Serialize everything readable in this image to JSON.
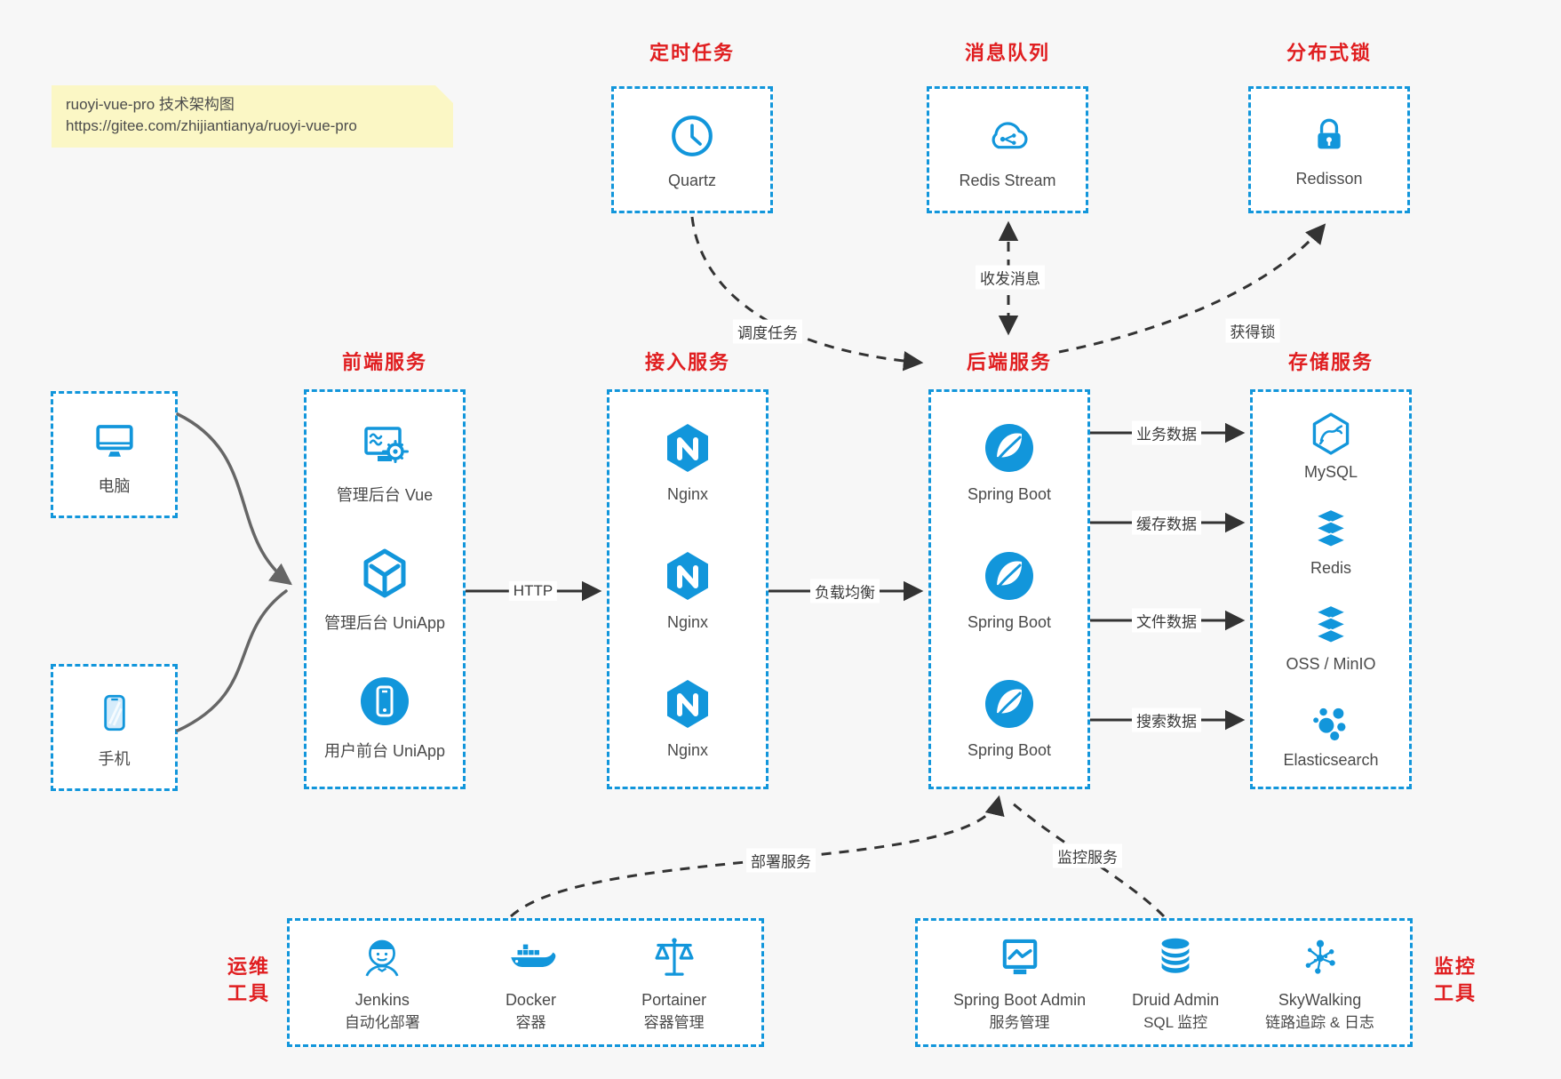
{
  "note": {
    "line1": "ruoyi-vue-pro 技术架构图",
    "line2": "https://gitee.com/zhijiantianya/ruoyi-vue-pro"
  },
  "colors": {
    "accent_blue": "#1296db",
    "title_red": "#e01e20",
    "note_bg": "#fbf7c5",
    "line_dark": "#333333",
    "line_gray": "#666666",
    "text_main": "#3f3f3f",
    "page_bg": "#f7f7f7",
    "box_bg": "#ffffff"
  },
  "top_groups": [
    {
      "title": "定时任务",
      "icon": "clock-icon",
      "label": "Quartz"
    },
    {
      "title": "消息队列",
      "icon": "cloud-mq-icon",
      "label": "Redis Stream"
    },
    {
      "title": "分布式锁",
      "icon": "lock-icon",
      "label": "Redisson"
    }
  ],
  "clients": [
    {
      "label": "电脑",
      "icon": "desktop-icon"
    },
    {
      "label": "手机",
      "icon": "phone-icon"
    }
  ],
  "columns": [
    {
      "title": "前端服务",
      "items": [
        {
          "label": "管理后台 Vue",
          "icon": "admin-vue-icon"
        },
        {
          "label": "管理后台 UniApp",
          "icon": "uniapp-cube-icon"
        },
        {
          "label": "用户前台 UniApp",
          "icon": "user-app-icon"
        }
      ]
    },
    {
      "title": "接入服务",
      "items": [
        {
          "label": "Nginx",
          "icon": "nginx-icon"
        },
        {
          "label": "Nginx",
          "icon": "nginx-icon"
        },
        {
          "label": "Nginx",
          "icon": "nginx-icon"
        }
      ]
    },
    {
      "title": "后端服务",
      "items": [
        {
          "label": "Spring Boot",
          "icon": "spring-icon"
        },
        {
          "label": "Spring Boot",
          "icon": "spring-icon"
        },
        {
          "label": "Spring Boot",
          "icon": "spring-icon"
        }
      ]
    },
    {
      "title": "存储服务",
      "items": [
        {
          "label": "MySQL",
          "icon": "mysql-icon"
        },
        {
          "label": "Redis",
          "icon": "layers-icon"
        },
        {
          "label": "OSS / MinIO",
          "icon": "layers-icon"
        },
        {
          "label": "Elasticsearch",
          "icon": "elasticsearch-icon"
        }
      ]
    }
  ],
  "edges": {
    "http": "HTTP",
    "load_balance": "负载均衡",
    "schedule": "调度任务",
    "messages": "收发消息",
    "lock": "获得锁",
    "business_data": "业务数据",
    "cache_data": "缓存数据",
    "file_data": "文件数据",
    "search_data": "搜索数据",
    "deploy": "部署服务",
    "monitor": "监控服务"
  },
  "ops_tools": {
    "title_line1": "运维",
    "title_line2": "工具",
    "items": [
      {
        "name": "Jenkins",
        "desc": "自动化部署",
        "icon": "jenkins-icon"
      },
      {
        "name": "Docker",
        "desc": "容器",
        "icon": "docker-icon"
      },
      {
        "name": "Portainer",
        "desc": "容器管理",
        "icon": "portainer-icon"
      }
    ]
  },
  "monitor_tools": {
    "title_line1": "监控",
    "title_line2": "工具",
    "items": [
      {
        "name": "Spring Boot Admin",
        "desc": "服务管理",
        "icon": "monitor-chart-icon"
      },
      {
        "name": "Druid Admin",
        "desc": "SQL 监控",
        "icon": "database-icon"
      },
      {
        "name": "SkyWalking",
        "desc": "链路追踪 & 日志",
        "icon": "topology-icon"
      }
    ]
  }
}
